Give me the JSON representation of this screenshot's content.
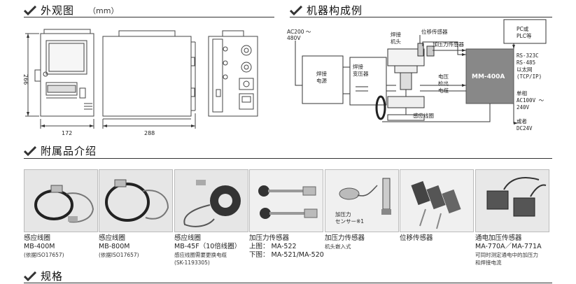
{
  "sections": {
    "appearance": {
      "title": "外观图",
      "unit": "（mm）"
    },
    "config": {
      "title": "机器构成例"
    },
    "accessories": {
      "title": "附属品介绍"
    },
    "specs": {
      "title": "规格"
    }
  },
  "dimensions": {
    "height": "266",
    "depth": "172",
    "width": "288"
  },
  "config_diagram": {
    "input_voltage": [
      "AC200 ～",
      "480V"
    ],
    "welding_power": [
      "焊接",
      "电源"
    ],
    "transformer": [
      "焊接",
      "变压器"
    ],
    "weld_head": [
      "焊接",
      "机头"
    ],
    "displacement_sensor": "位移传感器",
    "pressure_sensor": "加压力传感器",
    "voltage_cable": [
      "电压",
      "检出",
      "电缆"
    ],
    "toroidal_coil": "感应线圈",
    "monitor": "MM-400A",
    "pc": [
      "PC或",
      "PLC等"
    ],
    "interface": [
      "RS-323C",
      "RS-485",
      "以太网",
      "(TCP/IP)"
    ],
    "power": [
      "单相",
      "AC100V ～",
      "240V",
      "",
      "或者",
      "DC24V"
    ]
  },
  "accessories": [
    {
      "lines": [
        "感应线圈",
        "MB-400M"
      ],
      "sub": [
        "(依据ISO17657)"
      ]
    },
    {
      "lines": [
        "感应线圈",
        "MB-800M"
      ],
      "sub": [
        "(依据ISO17657)"
      ]
    },
    {
      "lines": [
        "感应线圈",
        "MB-45F（10倍线圈）"
      ],
      "sub": [
        "感应线圈需要更换电缆",
        "(SK-1193305)"
      ]
    },
    {
      "lines": [
        "加压力传感器",
        "上图：  MA-522",
        "下图：  MA-521/MA-520"
      ],
      "sub": []
    },
    {
      "lines": [
        "加压力传感器"
      ],
      "sub": [
        "机头嵌入式"
      ],
      "photo_label": [
        "加压力",
        "センサー※1"
      ]
    },
    {
      "lines": [
        "位移传感器"
      ],
      "sub": []
    },
    {
      "lines": [
        "通电加压传感器",
        "MA-770A／MA-771A"
      ],
      "sub": [
        "可同时测定通电中的加压力",
        "和焊接电流"
      ]
    }
  ]
}
